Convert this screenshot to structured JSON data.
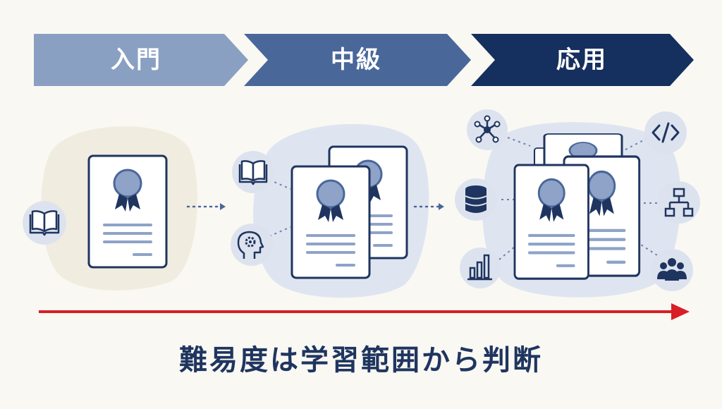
{
  "stages": [
    {
      "label": "入門",
      "color": "#8aa0c2"
    },
    {
      "label": "中級",
      "color": "#4a6799"
    },
    {
      "label": "応用",
      "color": "#152f5e"
    }
  ],
  "icons": {
    "beginner": [
      "open-book-icon"
    ],
    "intermediate": [
      "open-book-icon",
      "head-gear-icon"
    ],
    "advanced": [
      "network-icon",
      "database-icon",
      "bar-chart-icon",
      "code-icon",
      "hierarchy-icon",
      "people-group-icon"
    ]
  },
  "colors": {
    "background": "#faf8f3",
    "navy": "#1f3560",
    "blob_beginner": "#f1ece0",
    "blob_other": "#dfe5f0",
    "icon_circle": "#dde3ee",
    "arrow": "#d81e26"
  },
  "caption": "難易度は学習範囲から判断"
}
